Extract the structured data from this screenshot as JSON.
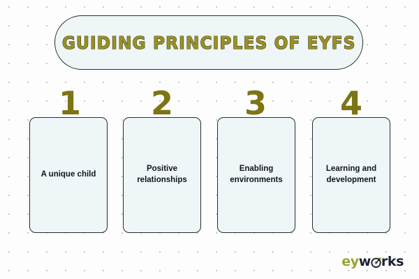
{
  "title": {
    "text": "Guiding Principles of EYFS",
    "fill_color": "#9a9124",
    "outline_color": "#33310f",
    "pill_fill": "#eef6f8",
    "pill_border": "#2b2b2b"
  },
  "cards": [
    {
      "number": "1",
      "label": "A unique child"
    },
    {
      "number": "2",
      "label": "Positive relationships"
    },
    {
      "number": "3",
      "label": "Enabling environments"
    },
    {
      "number": "4",
      "label": "Learning and development"
    }
  ],
  "card_style": {
    "fill": "#eef6f8",
    "border": "#2b2b2b",
    "number_color": "#7d7414",
    "label_color": "#14141a"
  },
  "logo": {
    "part1": "ey",
    "part2": "w",
    "icon": "target-icon",
    "part3": "rks",
    "part1_color": "#9aa52a",
    "part2_color": "#1b2431"
  },
  "background": {
    "color": "#fdfdfd",
    "dot_color": "#b9b9bf",
    "pattern": "dot-grid"
  }
}
